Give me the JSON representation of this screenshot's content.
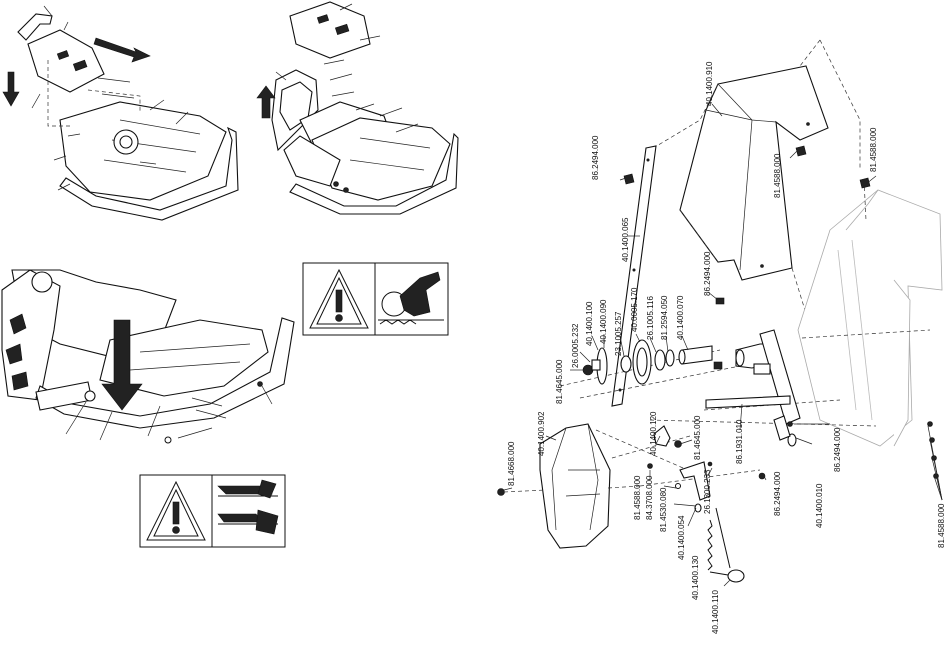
{
  "parts": {
    "p1": "40.1400.910",
    "p2": "81.4588.000",
    "p3": "81.4588.000",
    "p4": "86.2494.000",
    "p5": "40.1400.065",
    "p6": "86.2494.000",
    "p7": "40.1400.070",
    "p8": "81.2594.050",
    "p9": "26.1005.116",
    "p10": "40.0005.170",
    "p11": "23.1005.257",
    "p12": "40.1400.090",
    "p13": "40.1400.100",
    "p14": "26.0005.232",
    "p15": "81.4645.000",
    "p16": "81.4668.000",
    "p17": "40.1400.902",
    "p18": "40.1400.120",
    "p19": "81.4645.000",
    "p20": "86.1931.010",
    "p21": "26.1300.233",
    "p22": "81.4588.000",
    "p23": "84.3708.000",
    "p24": "81.4530.080",
    "p25": "40.1400.054",
    "p26": "40.1400.130",
    "p27": "40.1400.110",
    "p28": "86.2494.000",
    "p29": "40.1400.010",
    "p30": "86.2494.000",
    "p31": "81.4588.000"
  }
}
